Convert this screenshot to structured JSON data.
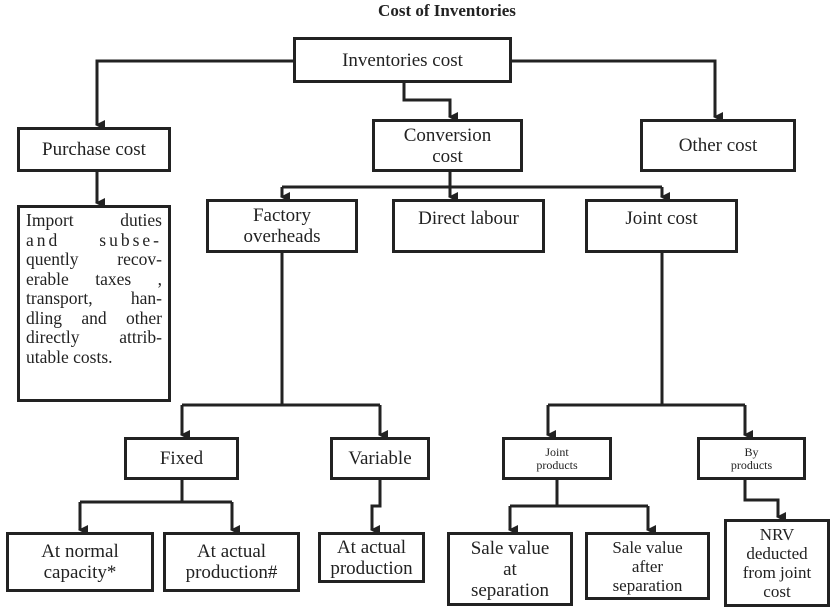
{
  "title": "Cost of Inventories",
  "nodes": {
    "inventories_cost": "Inventories cost",
    "purchase_cost": "Purchase cost",
    "conversion_cost": [
      "Conversion",
      "cost"
    ],
    "other_cost": "Other cost",
    "purchase_detail": [
      "Import duties",
      "and subse-",
      "quently recov-",
      "erable taxes ,",
      "transport, han-",
      "dling and other",
      "directly attrib-",
      "utable costs."
    ],
    "factory_overheads": [
      "Factory",
      "overheads"
    ],
    "direct_labour": "Direct labour",
    "joint_cost": "Joint cost",
    "fixed": "Fixed",
    "variable": "Variable",
    "joint_products": [
      "Joint",
      "products"
    ],
    "by_products": [
      "By",
      "products"
    ],
    "at_normal_capacity": [
      "At normal",
      "capacity*"
    ],
    "at_actual_production_hash": [
      "At actual",
      "production#"
    ],
    "at_actual_production": [
      "At actual",
      "production"
    ],
    "sale_value_at_separation": [
      "Sale value",
      "at",
      "separation"
    ],
    "sale_value_after_separation": [
      "Sale value",
      "after",
      "separation"
    ],
    "nrv_deducted": [
      "NRV",
      "deducted",
      "from joint",
      "cost"
    ]
  }
}
